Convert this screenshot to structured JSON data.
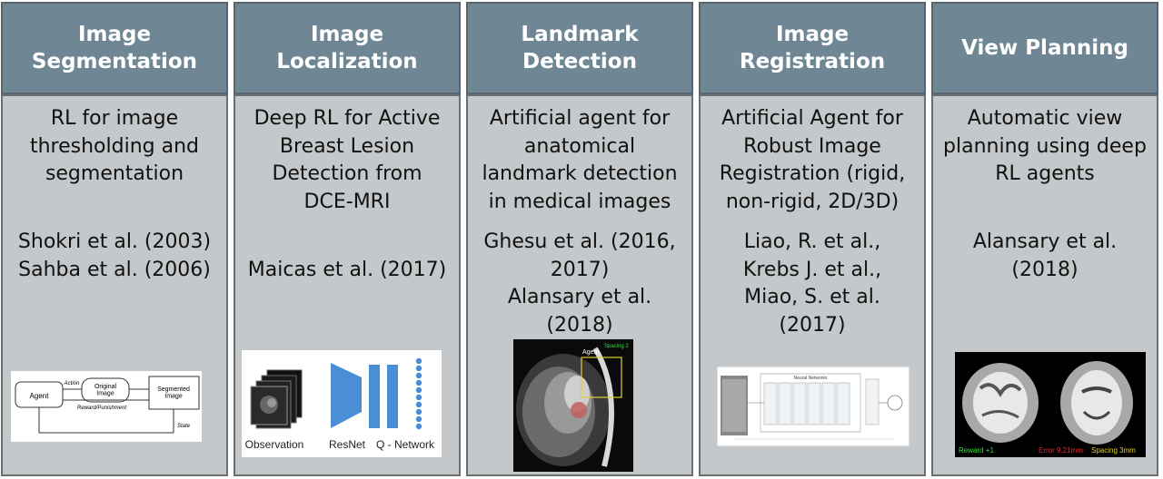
{
  "columns": [
    {
      "title": "Image\nSegmentation",
      "description": "RL for image\nthresholding and\nsegmentation",
      "citation": "Shokri et al. (2003)\nSahba et al. (2006)",
      "figure": {
        "agent": "Agent",
        "action": "Action",
        "original": "Original\nImage",
        "segmented": "Segmented\nImage",
        "reward": "Reward/Punishment",
        "state": "State"
      }
    },
    {
      "title": "Image\nLocalization",
      "description": "Deep RL for Active\nBreast Lesion\nDetection from\nDCE-MRI",
      "citation": "Maicas et al. (2017)",
      "figure": {
        "observation": "Observation",
        "resnet": "ResNet",
        "qnetwork": "Q - Network"
      }
    },
    {
      "title": "Landmark\nDetection",
      "description": "Artificial agent for\nanatomical\nlandmark detection\nin medical images",
      "citation": "Ghesu et al. (2016,\n2017)\nAlansary et al.\n(2018)",
      "figure": {
        "agent_label": "Agent",
        "spacing": "Spacing 2"
      }
    },
    {
      "title": "Image\nRegistration",
      "description": "Artificial Agent for\nRobust Image\nRegistration (rigid,\nnon-rigid, 2D/3D)",
      "citation": "Liao, R. et al.,\nKrebs J. et al.,\nMiao, S. et al.\n(2017)",
      "figure": {
        "neural": "Neural Networks"
      }
    },
    {
      "title": "View Planning",
      "description": "Automatic view\nplanning using deep\nRL agents",
      "citation": "Alansary et al.\n(2018)",
      "figure": {
        "reward": "Reward +1",
        "error": "Error 9.21mm",
        "spacing": "Spacing 3mm"
      }
    }
  ],
  "colors": {
    "header": "#6f8795",
    "body": "#c4c8ca",
    "blue": "#4a8fd6"
  }
}
